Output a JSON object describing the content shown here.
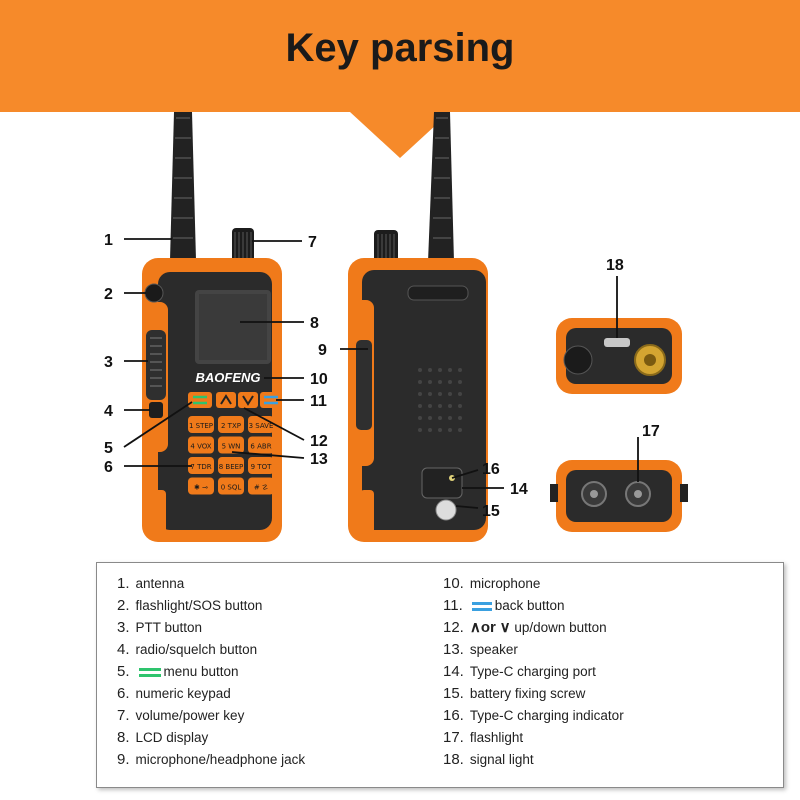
{
  "header": {
    "title": "Key parsing",
    "banner_color": "#f68a2a"
  },
  "brand_label": "BAOFENG",
  "keypad": [
    [
      "1 STEP",
      "2 TXP",
      "3 SAVE"
    ],
    [
      "4 VOX",
      "5 WN",
      "6 ABR"
    ],
    [
      "7 TDR",
      "8 BEEP",
      "9 TOT"
    ],
    [
      "✱ ⊸",
      "0 SQL",
      "# ☡"
    ]
  ],
  "callouts": [
    "1",
    "2",
    "3",
    "4",
    "5",
    "6",
    "7",
    "8",
    "9",
    "10",
    "11",
    "12",
    "13",
    "14",
    "15",
    "16",
    "17",
    "18"
  ],
  "legend": {
    "left": [
      {
        "num": "1.",
        "text": "antenna"
      },
      {
        "num": "2.",
        "text": "flashlight/SOS button"
      },
      {
        "num": "3.",
        "text": "PTT button"
      },
      {
        "num": "4.",
        "text": "radio/squelch button"
      },
      {
        "num": "5.",
        "icon": "menu-lines-icon",
        "text": "menu button"
      },
      {
        "num": "6.",
        "text": "numeric keypad"
      },
      {
        "num": "7.",
        "text": "volume/power key"
      },
      {
        "num": "8.",
        "text": "LCD display"
      },
      {
        "num": "9.",
        "text": "microphone/headphone jack"
      }
    ],
    "right": [
      {
        "num": "10.",
        "text": "microphone"
      },
      {
        "num": "11.",
        "icon": "back-lines-icon",
        "text": "back button"
      },
      {
        "num": "12.",
        "up": "∧",
        "or": "or",
        "down": "∨",
        "text": "up/down button"
      },
      {
        "num": "13.",
        "text": "speaker"
      },
      {
        "num": "14.",
        "text": "Type-C charging port"
      },
      {
        "num": "15.",
        "text": "battery fixing screw"
      },
      {
        "num": "16.",
        "text": "Type-C charging indicator"
      },
      {
        "num": "17.",
        "text": "flashlight"
      },
      {
        "num": "18.",
        "text": "signal light"
      }
    ]
  },
  "colors": {
    "orange": "#f07a1a",
    "body": "#2b2b2b",
    "menu_green": "#2ec46d",
    "back_blue": "#3aa0e0"
  }
}
